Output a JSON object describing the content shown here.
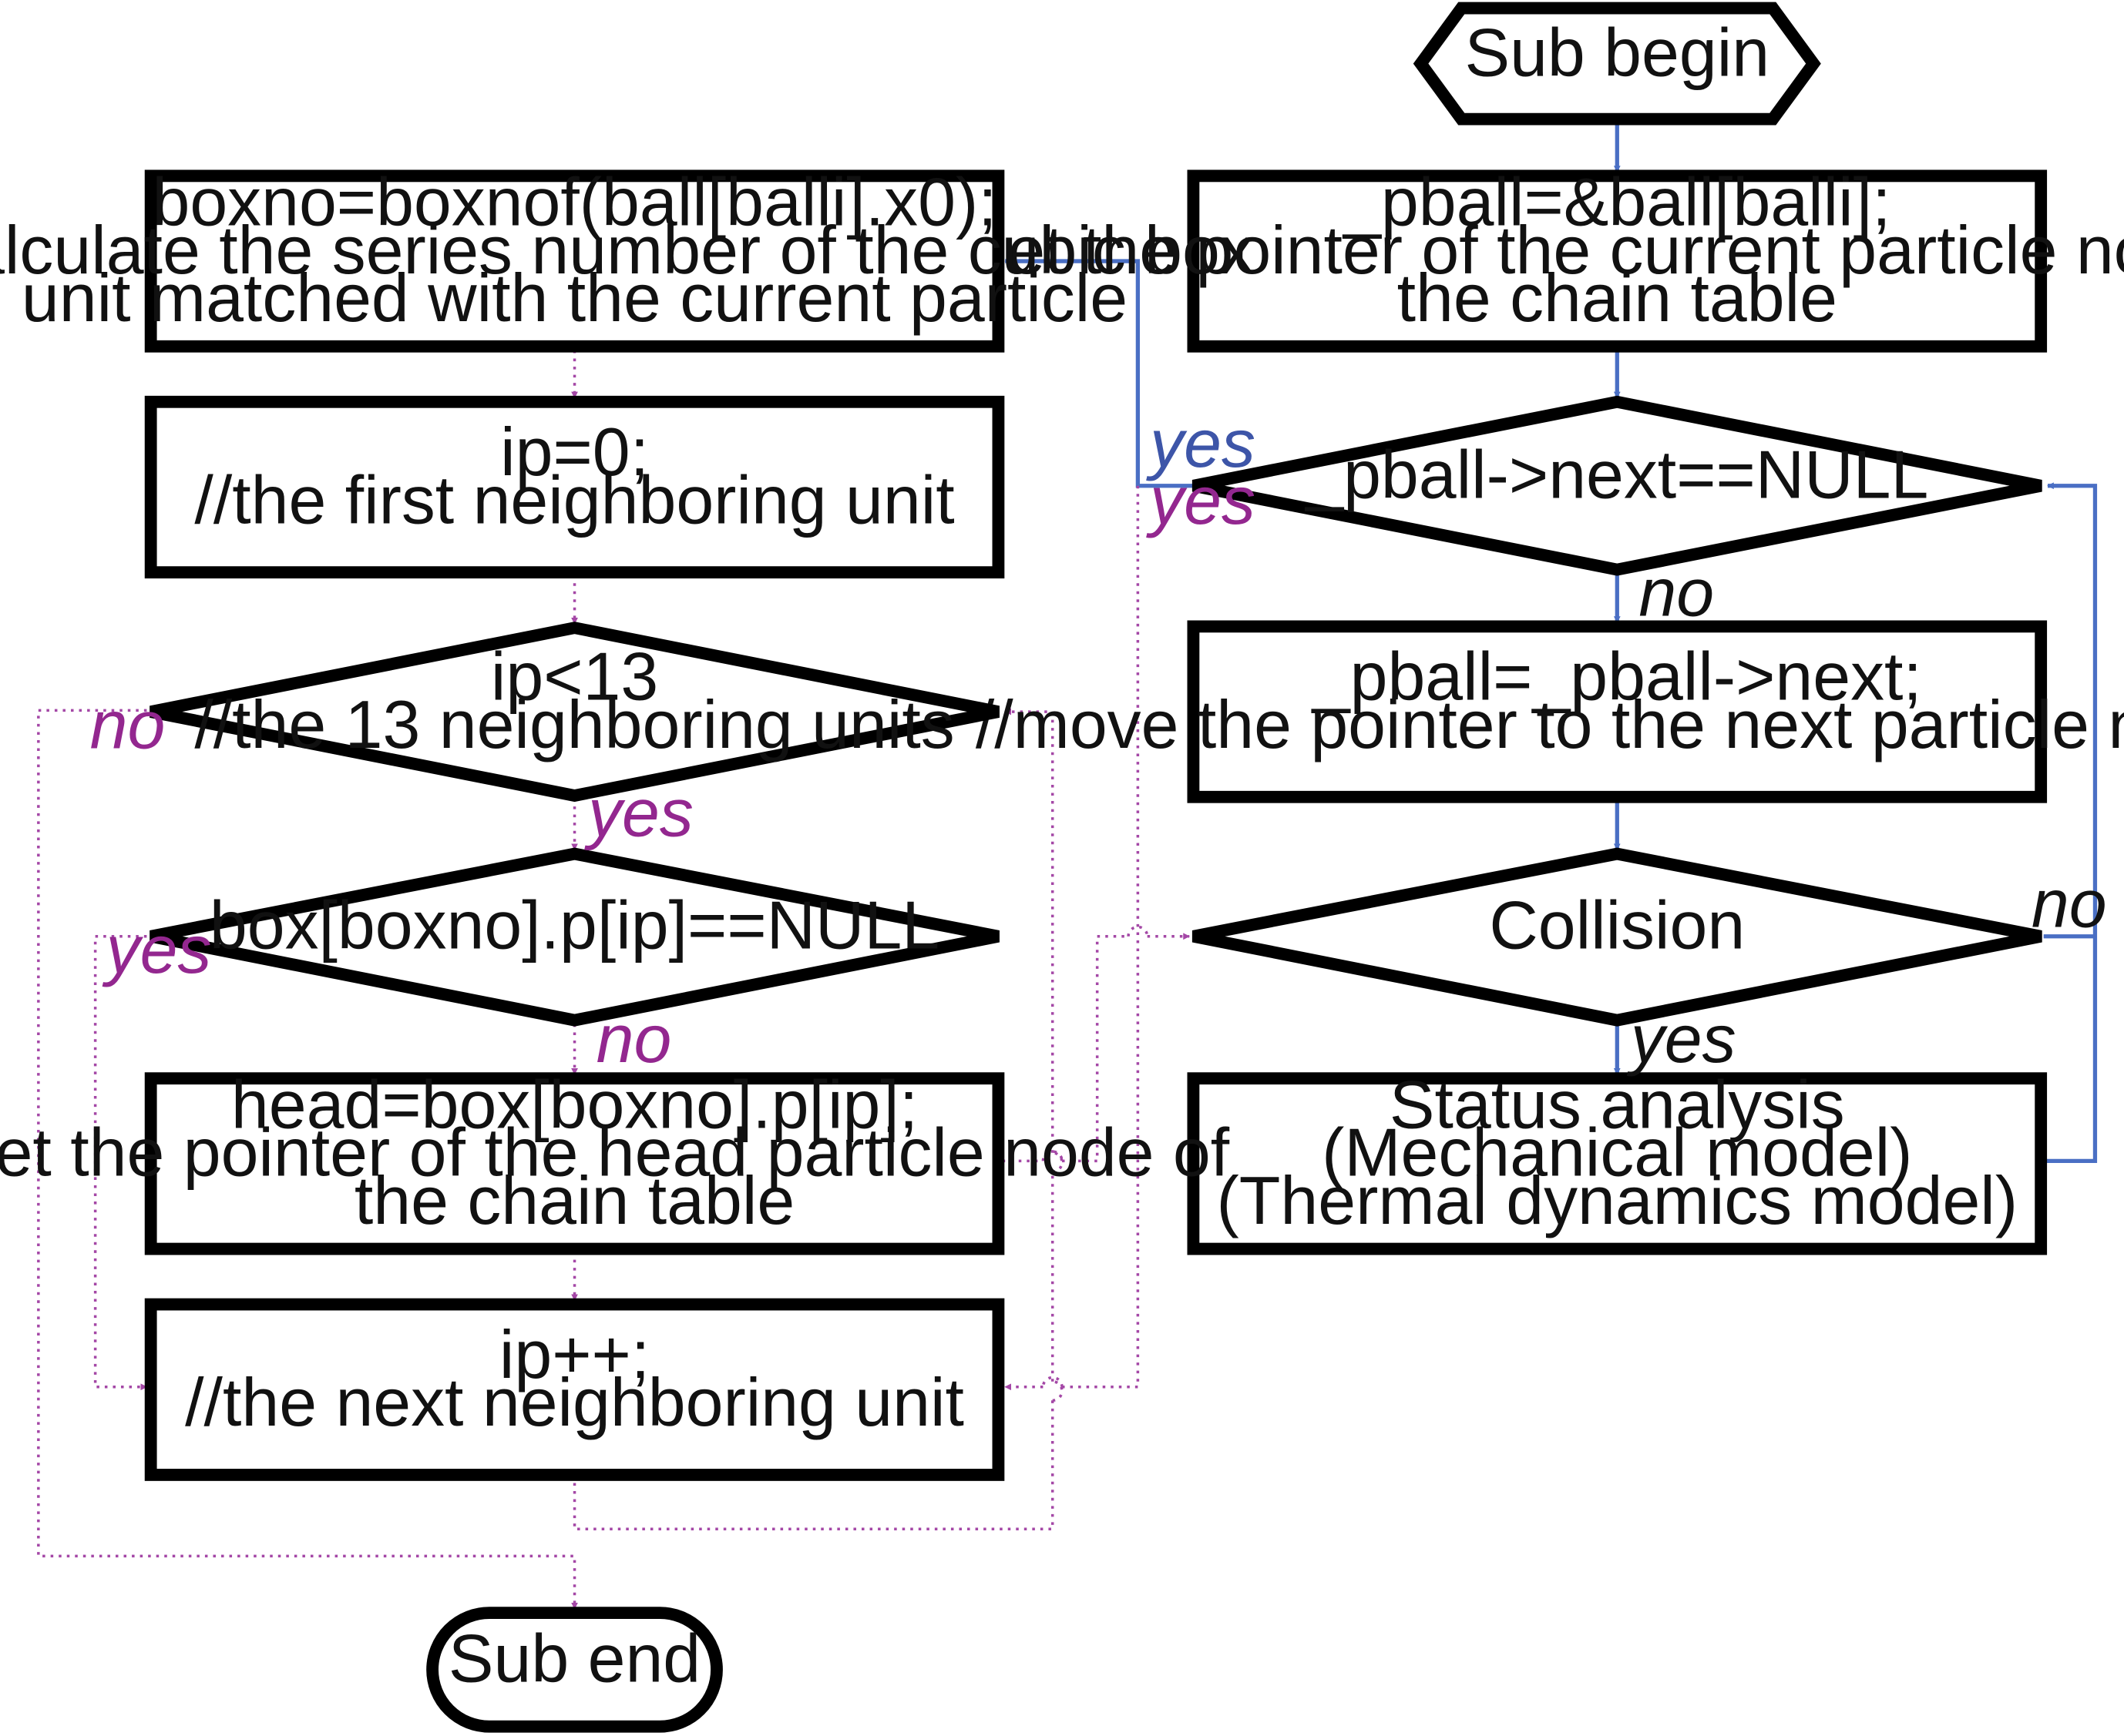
{
  "nodes": {
    "sub_begin": [
      "Sub begin"
    ],
    "pball_assign": [
      "_pball=&ball[balli];",
      "//get the pointer of the current particle node of",
      "the chain table"
    ],
    "pball_null_check": [
      "_pball->next==NULL"
    ],
    "pball_next": [
      "_pball=_pball->next;",
      "//move the pointer to the next particle node"
    ],
    "collision": [
      "Collision"
    ],
    "status_analysis": [
      "Status analysis",
      "(Mechanical model)",
      "(Thermal dynamics model)"
    ],
    "boxno": [
      "boxno=boxnof(ball[balli].x0);",
      "//calculate the series number of the cubic box",
      "unit matched with the current particle"
    ],
    "ip_init": [
      "ip=0;",
      "//the first neighboring unit"
    ],
    "ip_check": [
      "ip<13",
      "//the 13 neighboring units"
    ],
    "box_null_check": [
      "box[boxno].p[ip]==NULL"
    ],
    "head_assign": [
      "head=box[boxno].p[ip];",
      "//get the pointer of the head particle node of",
      "the chain table"
    ],
    "ip_increment": [
      "ip++;",
      "//the next neighboring unit"
    ],
    "sub_end": [
      "Sub end"
    ]
  },
  "edge_labels": {
    "null_yes_blue": "yes",
    "null_yes_purple": "yes",
    "null_no": "no",
    "collision_no": "no",
    "collision_yes": "yes",
    "ip_no": "no",
    "ip_yes": "yes",
    "box_yes": "yes",
    "box_no": "no"
  },
  "colors": {
    "right_flow": "#4a6fc4",
    "left_flow": "#a447a6",
    "shape_stroke": "#000000"
  }
}
